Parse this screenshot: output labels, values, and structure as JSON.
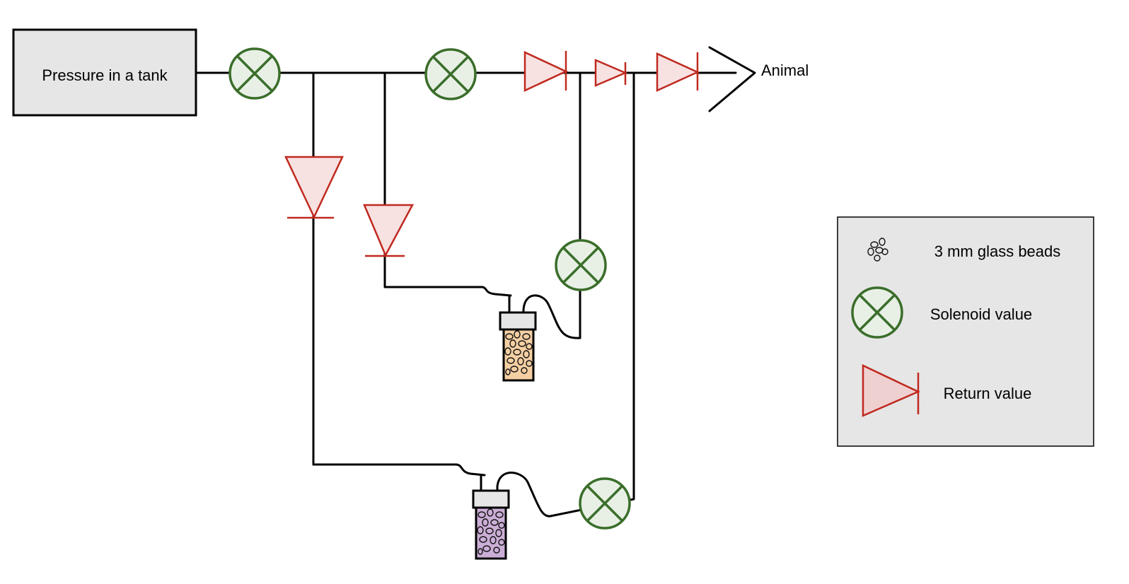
{
  "tank": {
    "label": "Pressure in a tank"
  },
  "outlet": {
    "label": "Animal"
  },
  "legend": {
    "beads_label": "3 mm glass beads",
    "solenoid_label": "Solenoid value",
    "return_label": "Return value"
  },
  "colors": {
    "solenoid_stroke": "#3a6e2a",
    "solenoid_fill": "#e8f0e6",
    "check_stroke": "#c0291f",
    "check_fill": "#f7e1e1",
    "box_fill": "#e6e6e6",
    "vial_orange": "#f4cfa3",
    "vial_purple": "#cbaed6"
  }
}
